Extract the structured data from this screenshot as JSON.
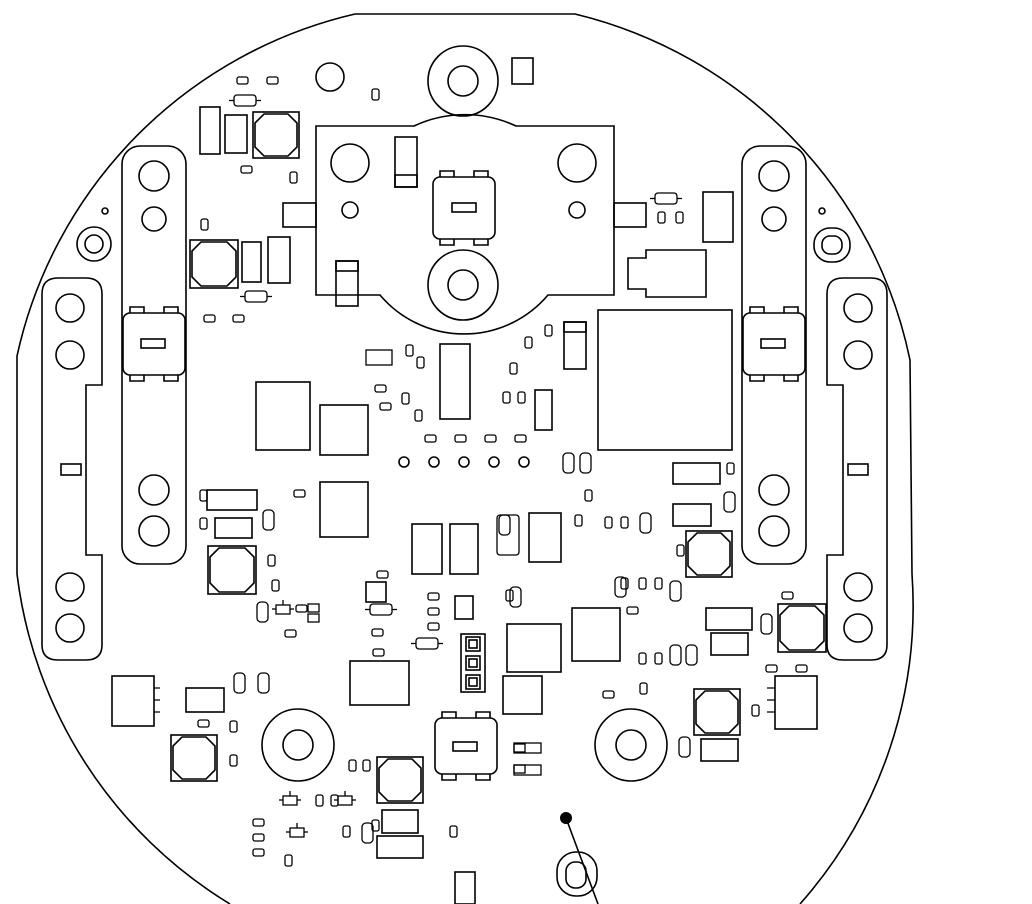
{
  "drawing": {
    "type": "pcb-silkscreen-outline",
    "stroke_color": "#000000",
    "background_color": "#ffffff",
    "mounting_holes": 4,
    "slide_switches": 4,
    "header_3pin": 1,
    "test_pads": 5
  }
}
